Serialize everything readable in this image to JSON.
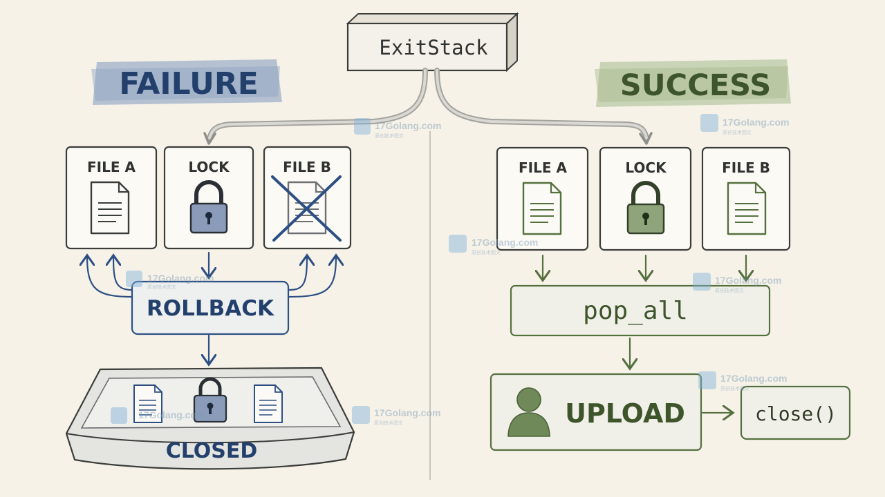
{
  "root": {
    "label": "ExitStack"
  },
  "failure": {
    "title": "FAILURE",
    "resources": [
      {
        "label": "FILE A",
        "icon": "document-icon"
      },
      {
        "label": "LOCK",
        "icon": "padlock-icon"
      },
      {
        "label": "FILE B",
        "icon": "crossed-document-icon"
      }
    ],
    "rollback_label": "ROLLBACK",
    "tray_label": "CLOSED"
  },
  "success": {
    "title": "SUCCESS",
    "resources": [
      {
        "label": "FILE A",
        "icon": "document-icon"
      },
      {
        "label": "LOCK",
        "icon": "padlock-icon"
      },
      {
        "label": "FILE B",
        "icon": "document-icon"
      }
    ],
    "pop_all_label": "pop_all",
    "upload_label": "UPLOAD",
    "close_label": "close()"
  },
  "watermark": {
    "text": "17Golang.com",
    "subtext": "原创技术图文"
  },
  "colors": {
    "background": "#f6f2e8",
    "ink": "#3a3d3a",
    "failure_blue": "#2d4f84",
    "failure_highlight": "#9fb0c9",
    "success_green": "#55703f",
    "success_highlight": "#b8c9a4",
    "arrow_gray": "#9a9a94"
  }
}
